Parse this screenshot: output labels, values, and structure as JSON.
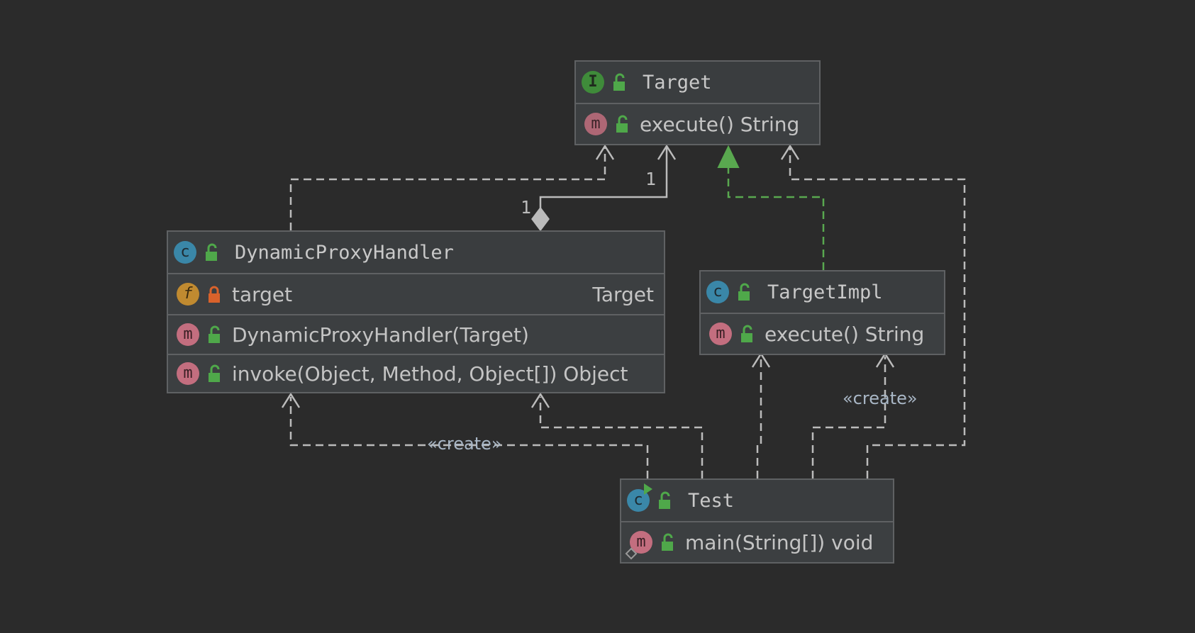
{
  "nodes": {
    "target": {
      "kind": "I",
      "name": "Target",
      "members": [
        {
          "kind": "m",
          "text": "execute() String",
          "type": ""
        }
      ]
    },
    "handler": {
      "kind": "C",
      "name": "DynamicProxyHandler",
      "members": [
        {
          "kind": "f",
          "text": "target",
          "type": "Target"
        },
        {
          "kind": "m",
          "text": "DynamicProxyHandler(Target)",
          "type": ""
        },
        {
          "kind": "m",
          "text": "invoke(Object, Method, Object[]) Object",
          "type": ""
        }
      ]
    },
    "impl": {
      "kind": "C",
      "name": "TargetImpl",
      "members": [
        {
          "kind": "m",
          "text": "execute() String",
          "type": ""
        }
      ]
    },
    "test": {
      "kind": "C",
      "name": "Test",
      "members": [
        {
          "kind": "m",
          "text": "main(String[]) void",
          "type": ""
        }
      ]
    }
  },
  "edges": {
    "composition_multiplicity_source": "1",
    "composition_multiplicity_target": "1",
    "create_label_handler": "«create»",
    "create_label_impl": "«create»"
  },
  "colors": {
    "background": "#2b2b2b",
    "node_fill": "#3c3f41",
    "edge": "#bbbbbb",
    "realization": "#59a84f",
    "interface_badge": "#3f8b3a",
    "class_badge": "#3a87a8",
    "method_badge": "#c36e7f",
    "field_badge": "#c08a30",
    "public_lock": "#4fa84a",
    "private_lock": "#d9622b"
  }
}
